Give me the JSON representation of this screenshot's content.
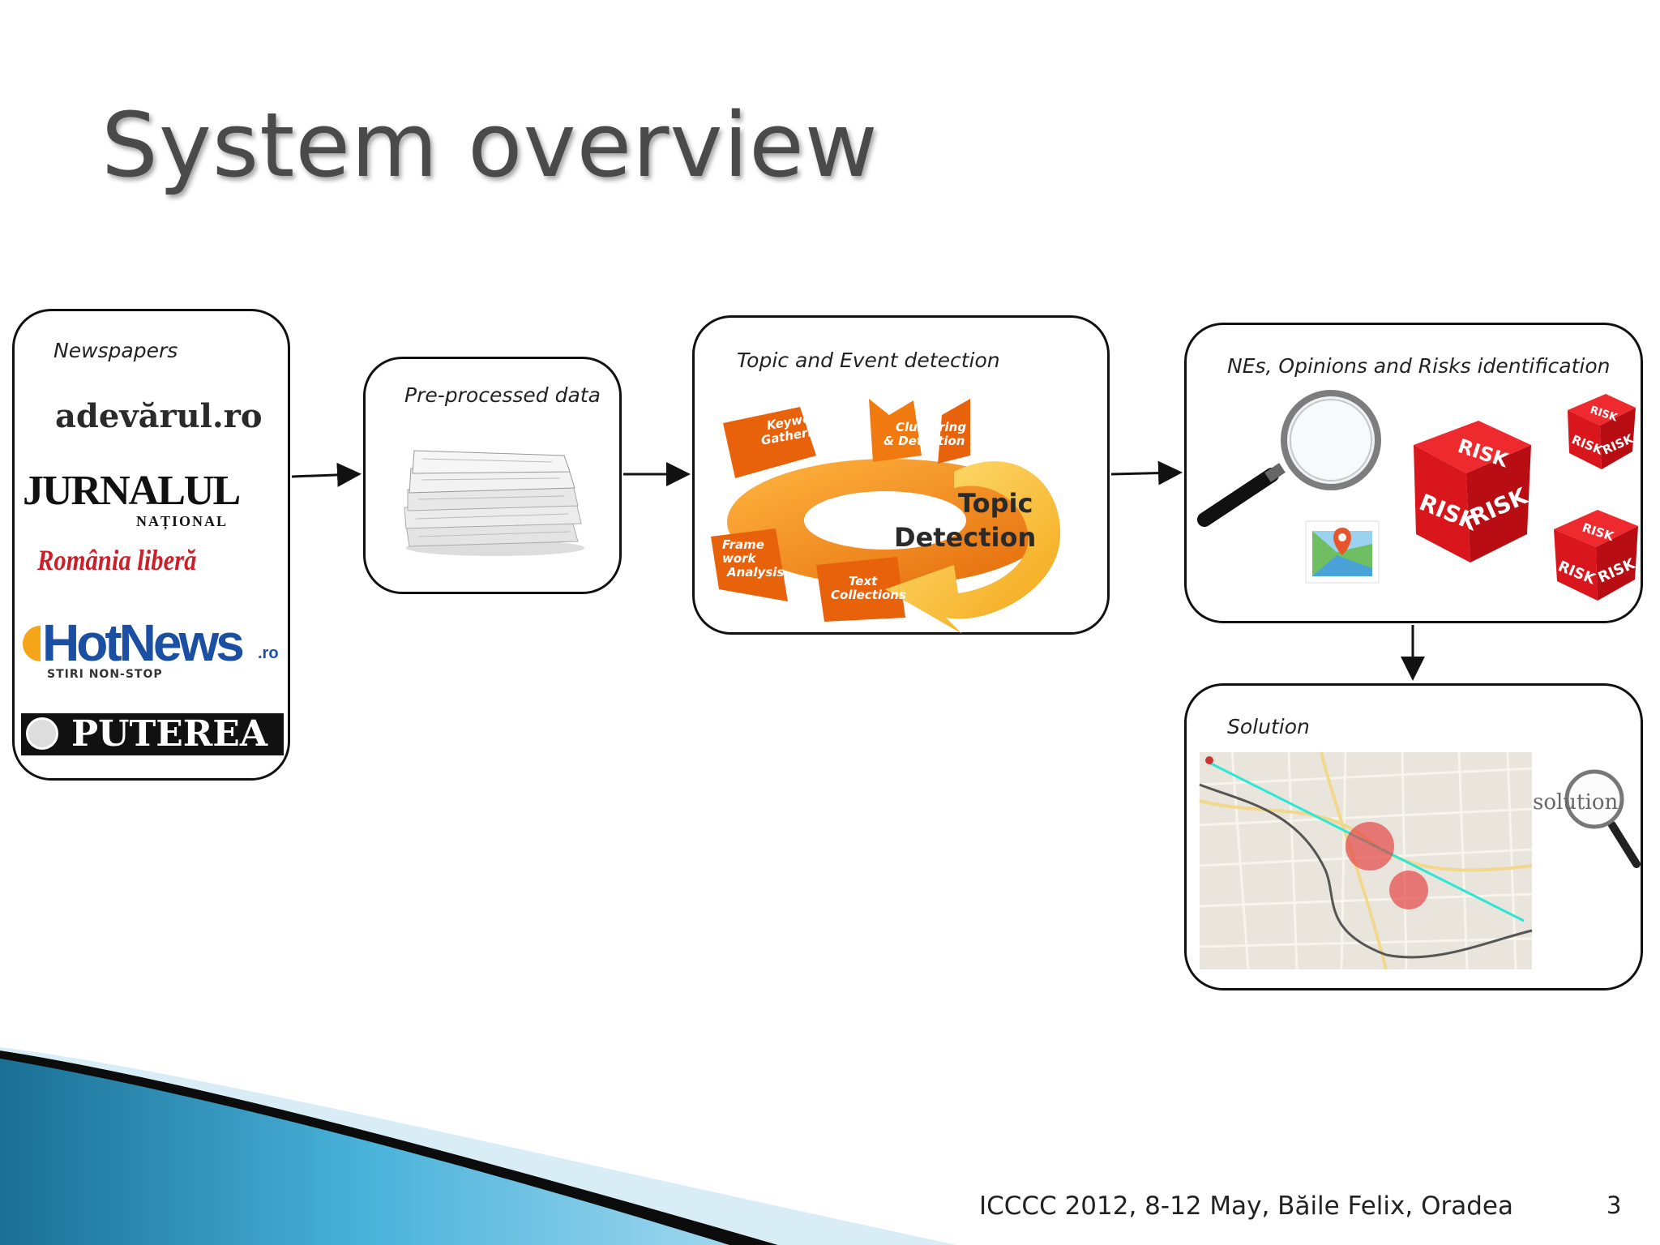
{
  "slide": {
    "title": "System overview",
    "footer": "ICCCC 2012, 8-12 May, Băile Felix, Oradea",
    "page_number": "3"
  },
  "boxes": {
    "newspapers": {
      "label": "Newspapers",
      "logos": {
        "adevarul": "adevărul.ro",
        "jurnalul_main": "JURNALUL",
        "jurnalul_sub": "NAȚIONAL",
        "romania_libera": "România liberă",
        "hotnews": "HotNews",
        "hotnews_suffix": ".ro",
        "hotnews_tagline": "STIRI NON-STOP",
        "puterea": "PUTEREA"
      }
    },
    "preprocessed": {
      "label": "Pre-processed data"
    },
    "topic": {
      "label": "Topic and Event detection",
      "segments": {
        "keyword": "Keyword\nGathering",
        "clustering": "Clustering\n& Detection",
        "framework": "Frame\nwork\nAnalysis",
        "text": "Text\nCollections"
      },
      "center_line1": "Topic",
      "center_line2": "Detection"
    },
    "risks": {
      "label": "NEs, Opinions and Risks identification",
      "dice_text": "RISK"
    },
    "solution": {
      "label": "Solution",
      "magnifier_text": "solution"
    }
  },
  "colors": {
    "accent_blue": "#1f6fa0",
    "risk_red": "#d8161b",
    "topic_orange": "#f08a12",
    "hotnews_blue": "#1a4fa3"
  }
}
